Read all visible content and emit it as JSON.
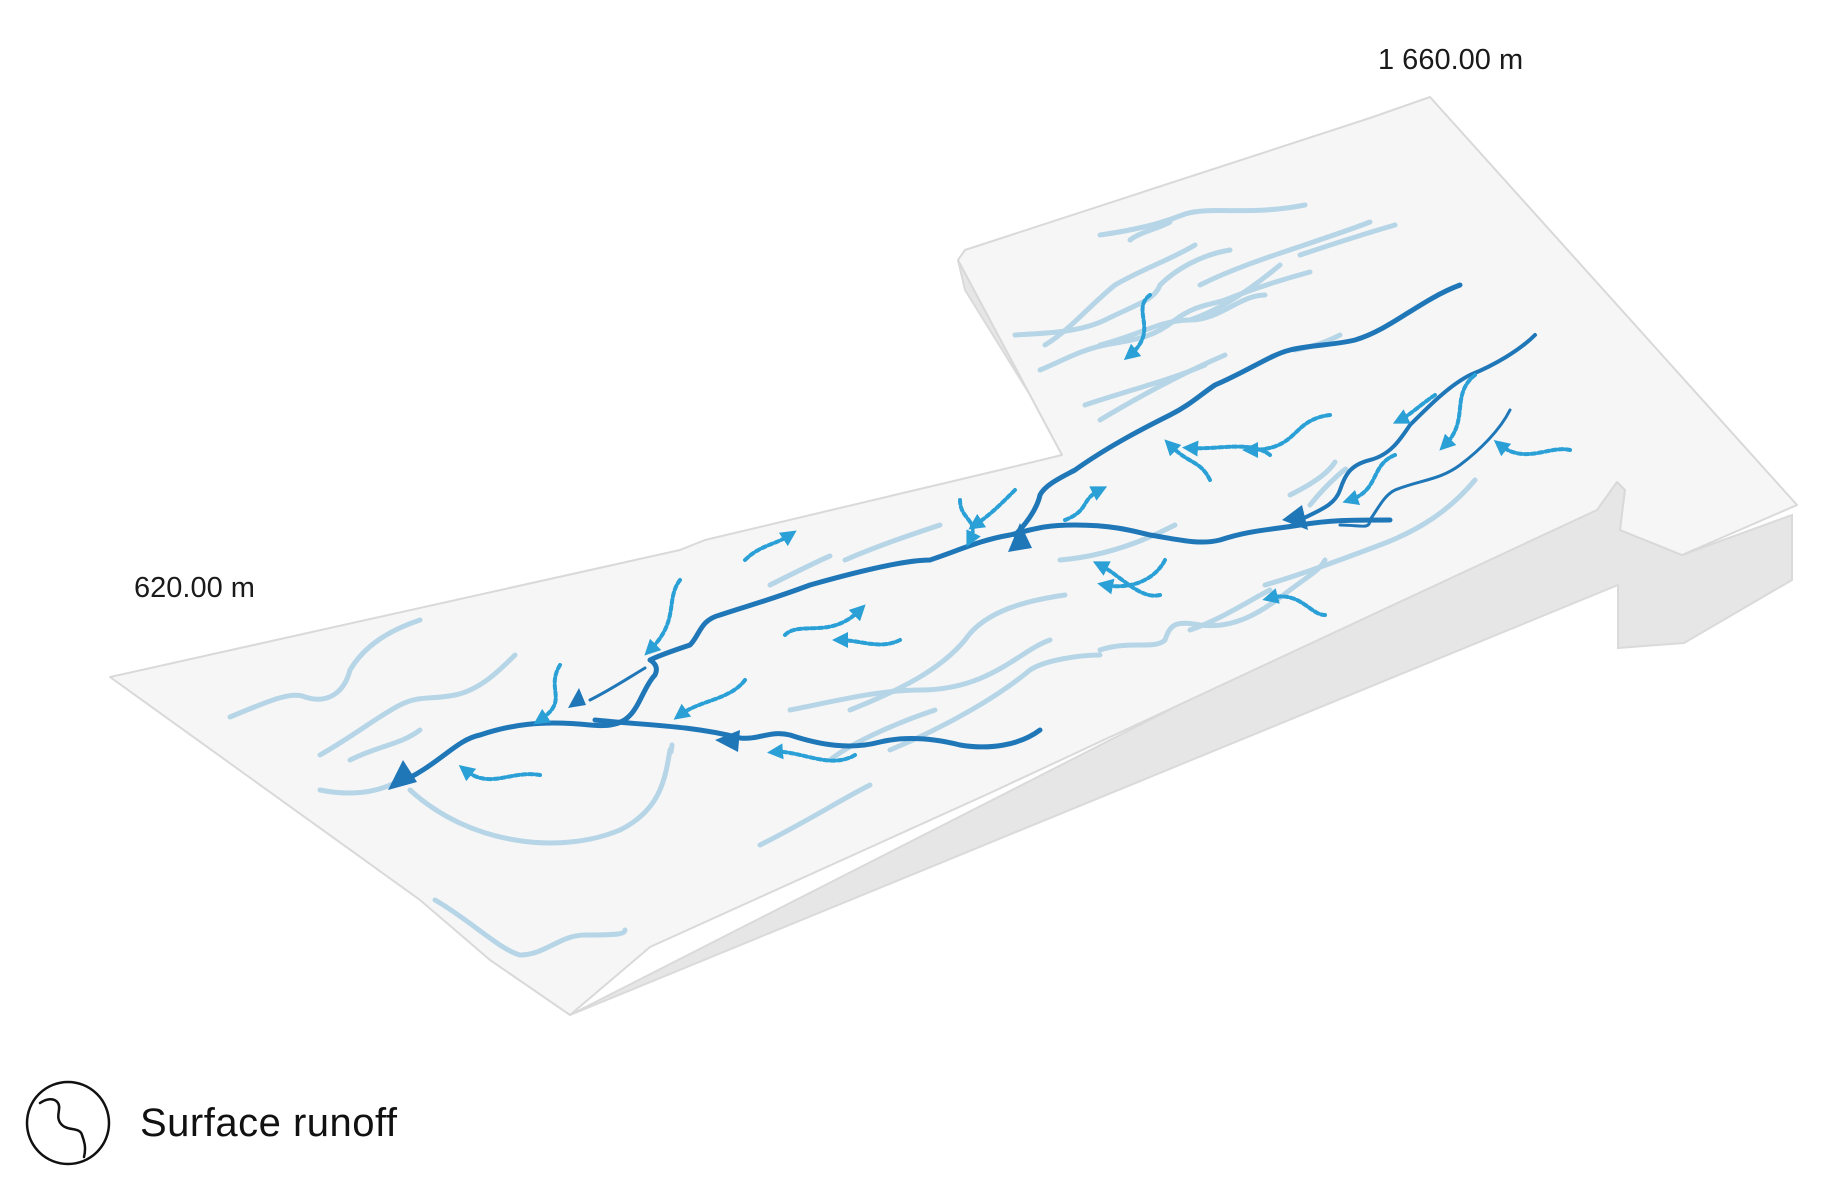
{
  "elevation": {
    "high_label": "1 660.00 m",
    "low_label": "620.00 m"
  },
  "legend": {
    "icon": "surface-runoff-icon",
    "label": "Surface runoff"
  },
  "colors": {
    "terrain_top": "#f6f6f6",
    "terrain_side": "#e6e6e6",
    "terrain_outline": "#d9d9d9",
    "main_stream": "#1f77b8",
    "minor_stream": "#b6d5e6",
    "overland_flow": "#2aa0d6"
  }
}
